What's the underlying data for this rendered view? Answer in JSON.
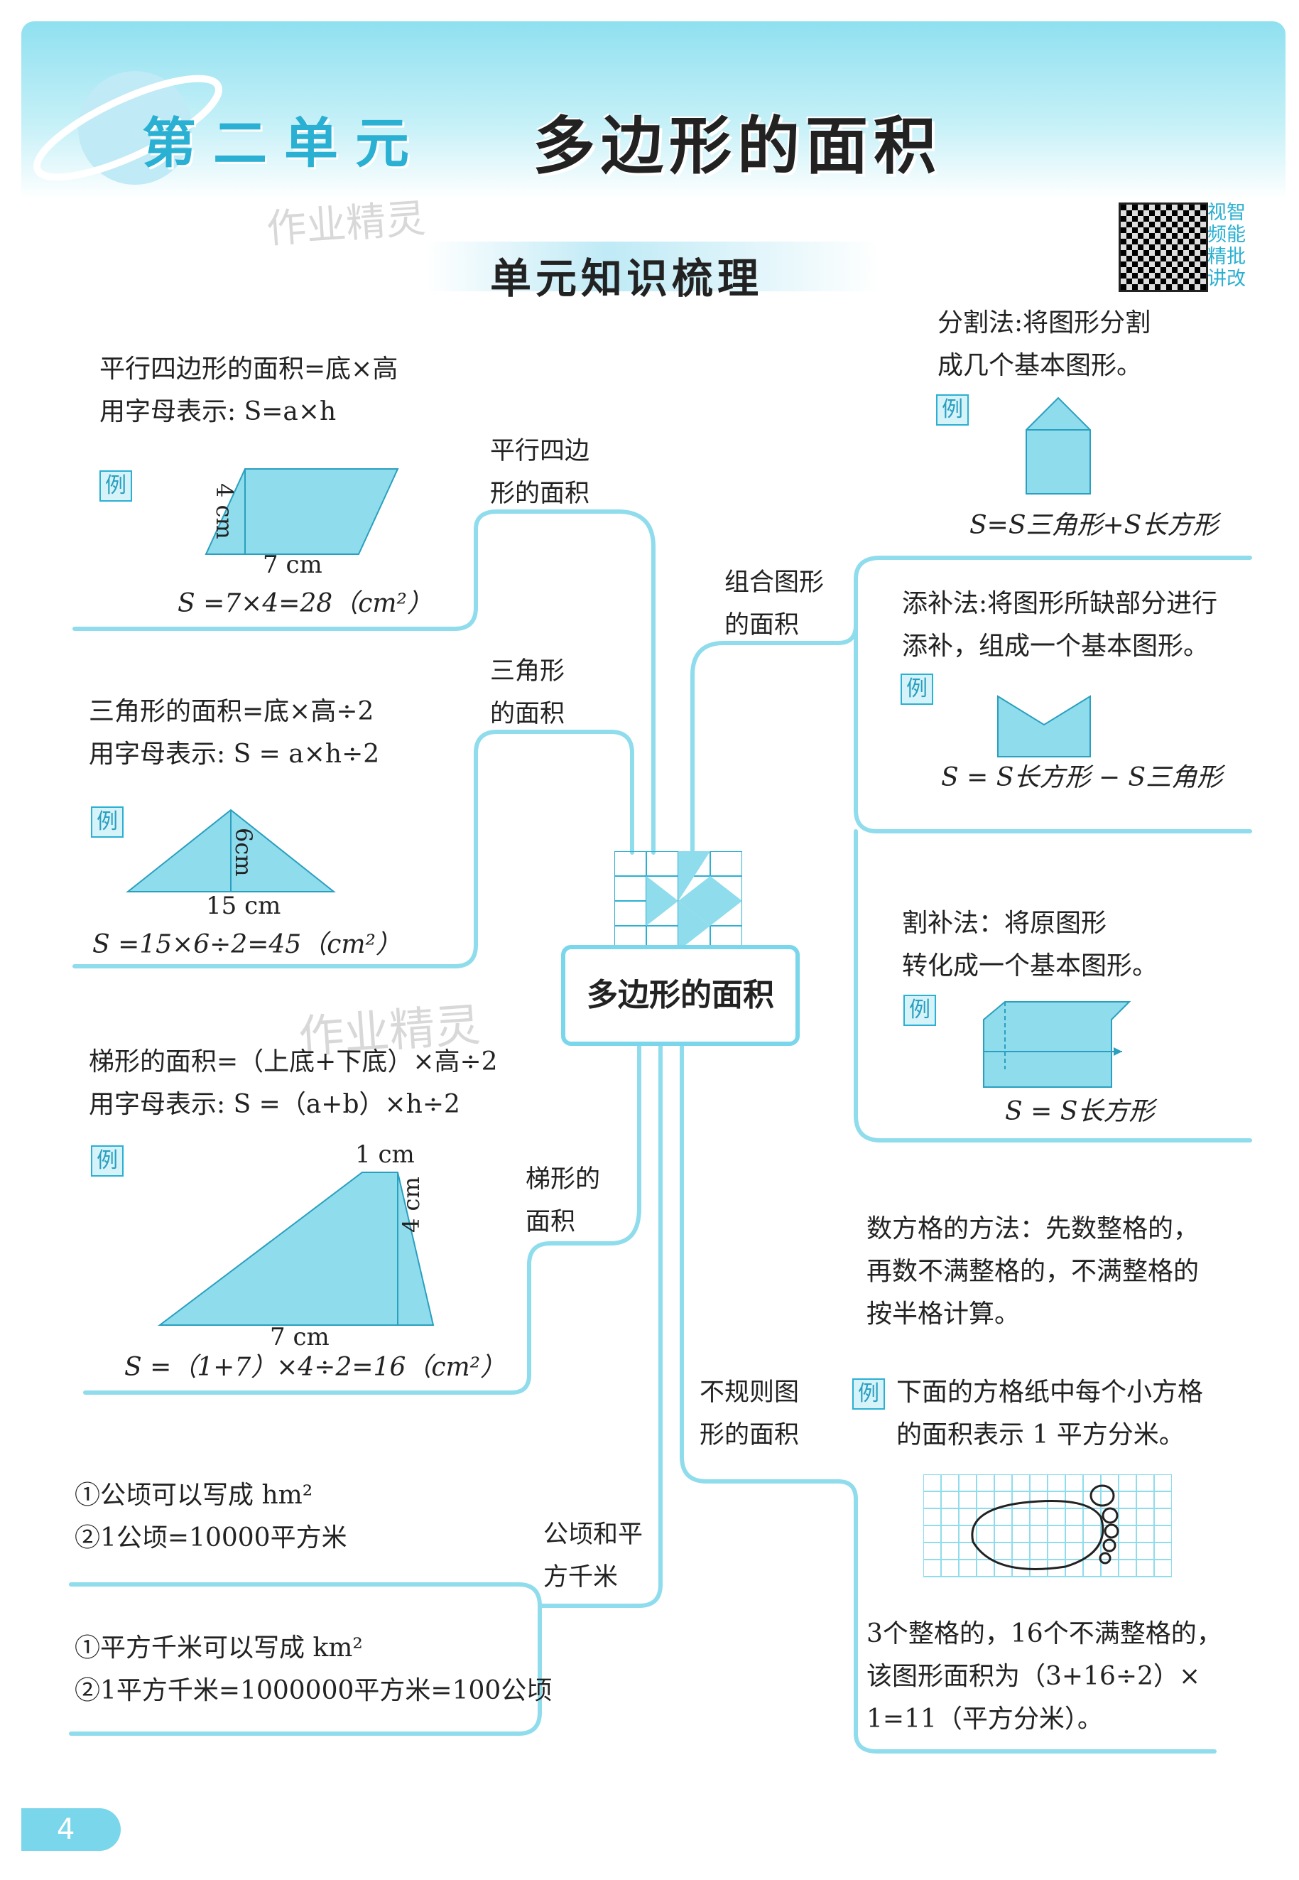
{
  "header": {
    "unit": "第二单元",
    "title": "多边形的面积",
    "section": "单元知识梳理",
    "watermark": "作业精灵",
    "qr_text": [
      "视",
      "智",
      "频",
      "能",
      "精",
      "批",
      "讲",
      "改"
    ]
  },
  "center": {
    "label": "多边形的面积"
  },
  "branches": {
    "parallelogram": {
      "label": [
        "平行四边",
        "形的面积"
      ],
      "formula": "平行四边形的面积=底×高",
      "letters": "用字母表示: S=a×h",
      "height": "4 cm",
      "base": "7 cm",
      "result": "S =7×4=28（cm²）"
    },
    "triangle": {
      "label": [
        "三角形",
        "的面积"
      ],
      "formula": "三角形的面积=底×高÷2",
      "letters": "用字母表示: S = a×h÷2",
      "height": "6cm",
      "base": "15 cm",
      "result": "S =15×6÷2=45（cm²）"
    },
    "trapezoid": {
      "label": [
        "梯形的",
        "面积"
      ],
      "formula": "梯形的面积=（上底+下底）×高÷2",
      "letters": "用字母表示: S =（a+b）×h÷2",
      "top": "1 cm",
      "height": "4 cm",
      "base": "7 cm",
      "result": "S =（1+7）×4÷2=16（cm²）"
    },
    "hectare": {
      "label": [
        "公顷和平",
        "方千米"
      ],
      "line1": "①公顷可以写成 hm²",
      "line2": "②1公顷=10000平方米",
      "line3": "①平方千米可以写成 km²",
      "line4": "②1平方千米=1000000平方米=100公顷"
    },
    "composite": {
      "label": [
        "组合图形",
        "的面积"
      ],
      "split_text": [
        "分割法:将图形分割",
        "成几个基本图形。"
      ],
      "split_formula": "S=S三角形+S长方形",
      "fill_text": [
        "添补法:将图形所缺部分进行",
        "添补，组成一个基本图形。"
      ],
      "fill_formula": "S = S长方形 − S三角形",
      "cut_text": [
        "割补法：将原图形",
        "转化成一个基本图形。"
      ],
      "cut_formula": "S = S长方形"
    },
    "irregular": {
      "label": [
        "不规则图",
        "形的面积"
      ],
      "method": [
        "数方格的方法：先数整格的，",
        "再数不满整格的，不满整格的",
        "按半格计算。"
      ],
      "example": [
        "下面的方格纸中每个小方格",
        "的面积表示 1 平方分米。"
      ],
      "answer": [
        "3个整格的，16个不满整格的，",
        "该图形面积为（3+16÷2）×",
        "1=11（平方分米）。"
      ]
    }
  },
  "example_tag": "例",
  "page_number": "4",
  "colors": {
    "accent": "#7ad6ea",
    "fill": "#8fdcec",
    "text": "#222222"
  }
}
